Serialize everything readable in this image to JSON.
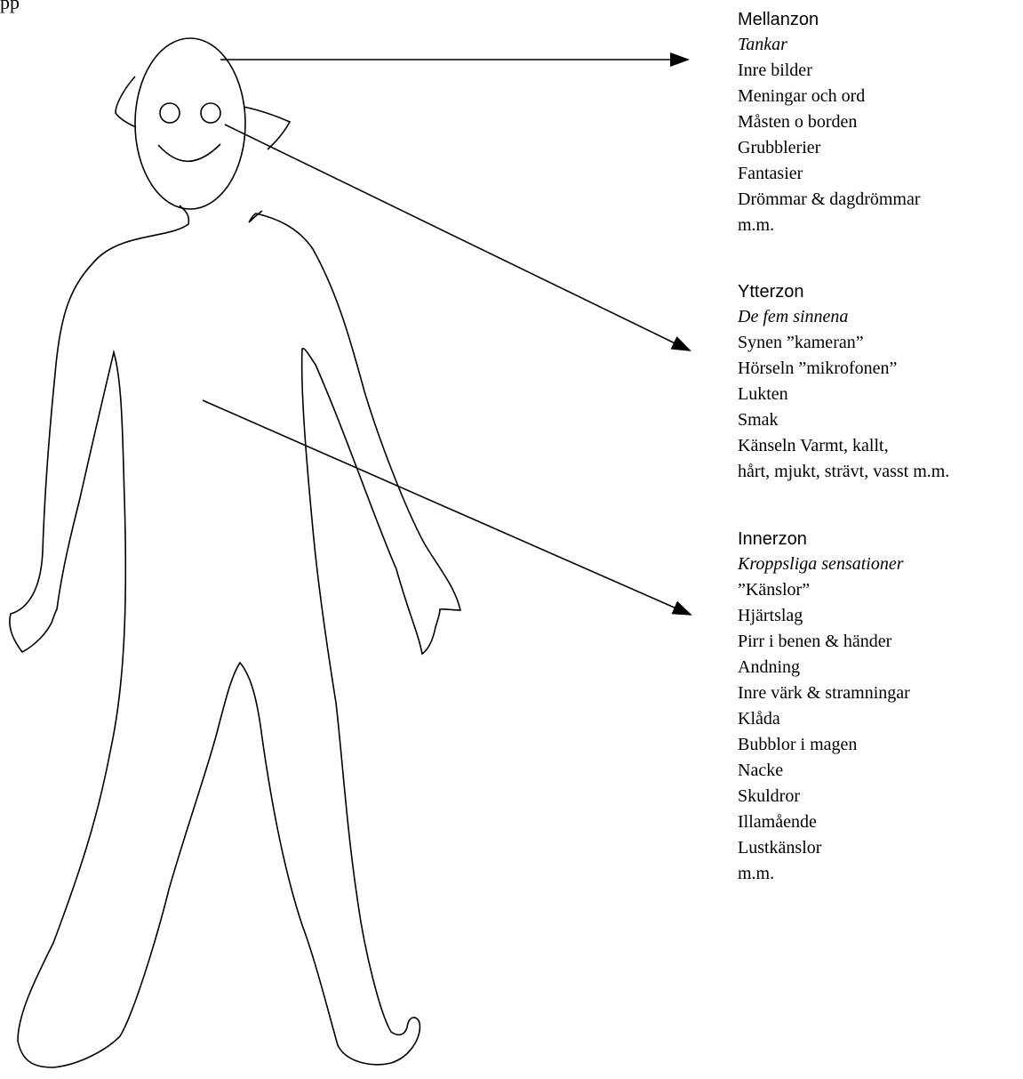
{
  "fragment": "pp",
  "zones": [
    {
      "title": "Mellanzon",
      "subtitle": "Tankar",
      "items": [
        "Inre bilder",
        "Meningar och ord",
        "Måsten o borden",
        "Grubblerier",
        "Fantasier",
        "Drömmar & dagdrömmar",
        "m.m."
      ]
    },
    {
      "title": "Ytterzon",
      "subtitle": "De fem sinnena",
      "items": [
        "Synen ”kameran”",
        "Hörseln ”mikrofonen”",
        "Lukten",
        "Smak",
        "Känseln Varmt, kallt,",
        "hårt, mjukt, strävt, vasst m.m."
      ]
    },
    {
      "title": "Innerzon",
      "subtitle": "Kroppsliga sensationer",
      "items": [
        "”Känslor”",
        "Hjärtslag",
        "Pirr i benen & händer",
        "Andning",
        "Inre värk & stramningar",
        "Klåda",
        "Bubblor i magen",
        "Nacke",
        "Skuldror",
        "Illamående",
        "Lustkänslor",
        "m.m."
      ]
    }
  ],
  "colors": {
    "line": "#000000",
    "background": "#ffffff"
  }
}
